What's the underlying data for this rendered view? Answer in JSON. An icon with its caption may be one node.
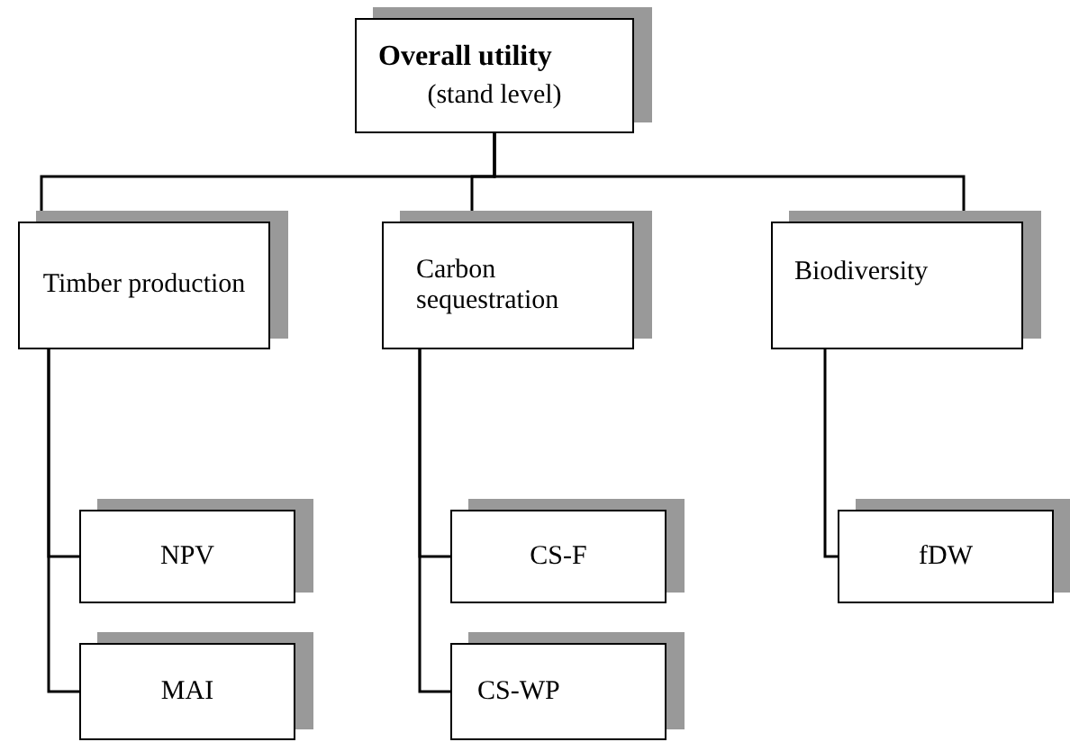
{
  "diagram": {
    "nodes": [
      {
        "text": [
          "Overall utility",
          "(stand level)"
        ]
      },
      {
        "text": [
          "Timber production"
        ]
      },
      {
        "text": [
          "Carbon sequestration"
        ]
      },
      {
        "text": [
          "Biodiversity"
        ]
      },
      {
        "text": [
          "NPV"
        ]
      },
      {
        "text": [
          "MAI"
        ]
      },
      {
        "text": [
          "CS-F"
        ]
      },
      {
        "text": [
          "CS-WP"
        ]
      },
      {
        "text": [
          "fDW"
        ]
      }
    ],
    "edges": [
      {
        "from": 0,
        "to": 1,
        "arrow": "none"
      },
      {
        "from": 0,
        "to": 2,
        "arrow": "none"
      },
      {
        "from": 0,
        "to": 3,
        "arrow": "none"
      },
      {
        "from": 1,
        "to": 4,
        "arrow": "none"
      },
      {
        "from": 1,
        "to": 5,
        "arrow": "none"
      },
      {
        "from": 2,
        "to": 6,
        "arrow": "none"
      },
      {
        "from": 2,
        "to": 7,
        "arrow": "none"
      },
      {
        "from": 3,
        "to": 8,
        "arrow": "none"
      }
    ]
  }
}
